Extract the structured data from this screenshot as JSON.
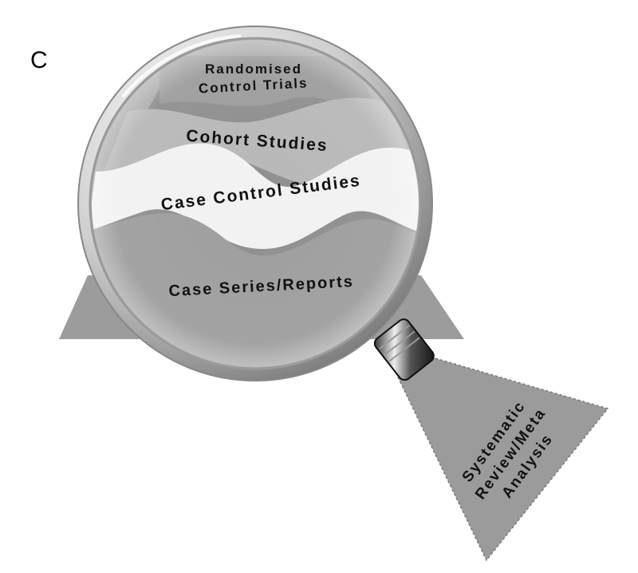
{
  "panel_label": "C",
  "layers": {
    "top": {
      "line1": "Randomised",
      "line2": "Control Trials"
    },
    "second": "Cohort Studies",
    "third": "Case Control Studies",
    "bottom": "Case Series/Reports"
  },
  "handle_label": {
    "line1": "Systematic",
    "line2": "Review/Meta",
    "line3": "Analysis"
  },
  "colors": {
    "layer_dark": "#8f8f8f",
    "layer_mid": "#b7b7b7",
    "layer_light": "#f4f4f4",
    "lens_rim": "#c9c9c9",
    "handle_fill": "#9a9a9a",
    "background": "#ffffff"
  }
}
